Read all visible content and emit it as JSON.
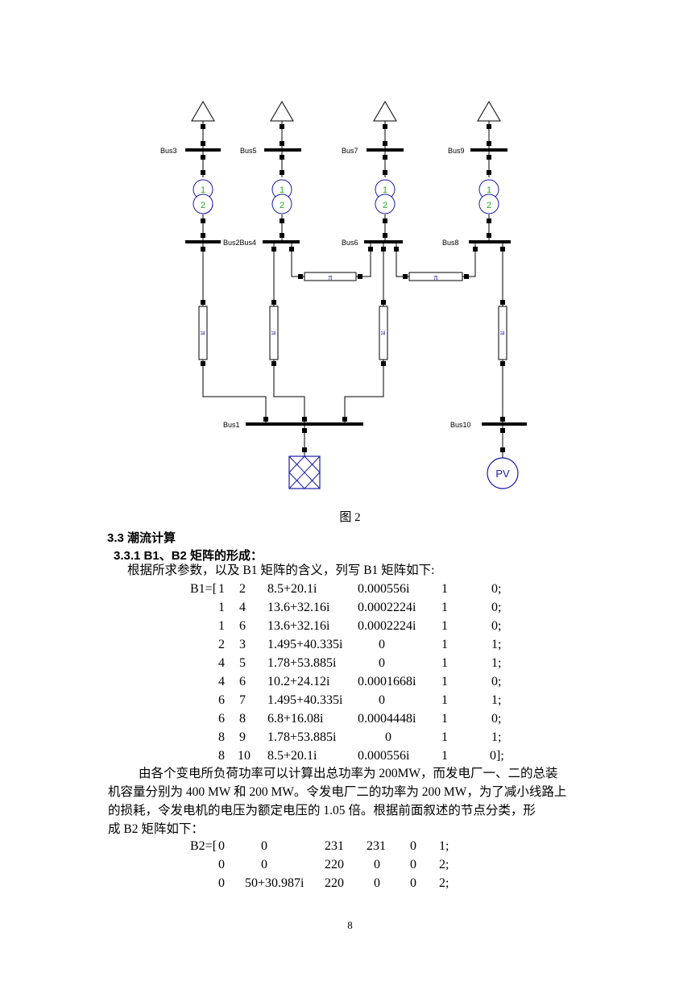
{
  "diagram": {
    "bus_labels": {
      "bus3": "Bus3",
      "bus5": "Bus5",
      "bus7": "Bus7",
      "bus9": "Bus9",
      "bus2bus4": "Bus2Bus4",
      "bus6": "Bus6",
      "bus8": "Bus8",
      "bus1": "Bus1",
      "bus10": "Bus10"
    },
    "transformer_winding_1": "1",
    "transformer_winding_2": "2",
    "generator_label": "PV",
    "line_symbol": "π",
    "accent_color": "#1a1aa6",
    "winding_color": "#22aa22",
    "transformer_line_color": "#1a1aa6",
    "icons": {
      "load": "triangle-load-icon",
      "transformer": "two-winding-transformer-icon",
      "generator": "pv-generator-icon",
      "external_grid": "crosshatch-source-icon"
    }
  },
  "figure_caption": "图 2",
  "section_heading": "3.3 潮流计算",
  "subsection_heading": "3.3.1 B1、B2 矩阵的形成：",
  "intro_paragraph": "根据所求参数，以及 B1 矩阵的含义，列写 B1 矩阵如下:",
  "b1_matrix": {
    "prefix": "B1=[",
    "rows": [
      [
        "1",
        "2",
        "8.5+20.1i",
        "0.000556i",
        "1",
        "0;"
      ],
      [
        "1",
        "4",
        "13.6+32.16i",
        "0.0002224i",
        "1",
        "0;"
      ],
      [
        "1",
        "6",
        "13.6+32.16i",
        "0.0002224i",
        "1",
        "0;"
      ],
      [
        "2",
        "3",
        "1.495+40.335i",
        "0",
        "1",
        "1;"
      ],
      [
        "4",
        "5",
        "1.78+53.885i",
        "0",
        "1",
        "1;"
      ],
      [
        "4",
        "6",
        "10.2+24.12i",
        "0.0001668i",
        "1",
        "0;"
      ],
      [
        "6",
        "7",
        "1.495+40.335i",
        "0",
        "1",
        "1;"
      ],
      [
        "6",
        "8",
        "6.8+16.08i",
        "0.0004448i",
        "1",
        "0;"
      ],
      [
        "8",
        "9",
        "1.78+53.885i",
        "0",
        "1",
        "1;"
      ],
      [
        "8",
        "10",
        "8.5+20.1i",
        "0.000556i",
        "1",
        "0];"
      ]
    ]
  },
  "body_paragraph_lines": [
    "由各个变电所负荷功率可以计算出总功率为 200MW，而发电厂一、二的总装",
    "机容量分别为 400 MW 和 200 MW。令发电厂二的功率为 200 MW，为了减小线路上",
    "的损耗，令发电机的电压为额定电压的 1.05 倍。根据前面叙述的节点分类，形",
    "成 B2 矩阵如下："
  ],
  "b2_matrix": {
    "prefix": "B2=[",
    "rows": [
      [
        "0",
        "0",
        "231",
        "231",
        "0",
        "1;"
      ],
      [
        "0",
        "0",
        "220",
        "0",
        "0",
        "2;"
      ],
      [
        "0",
        "50+30.987i",
        "220",
        "0",
        "0",
        "2;"
      ]
    ]
  },
  "page_number": "8"
}
